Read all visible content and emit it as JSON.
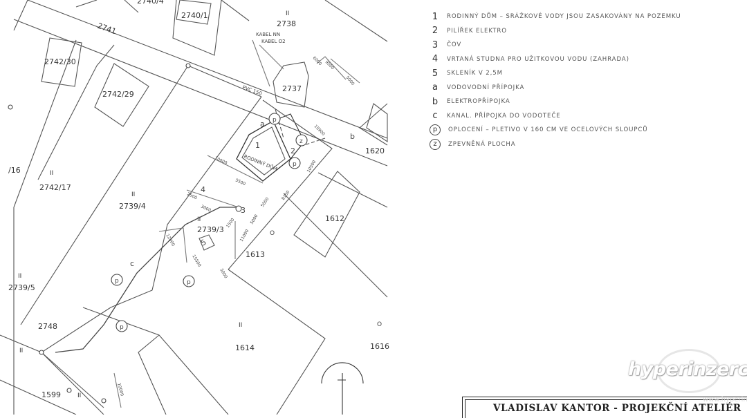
{
  "parcels": {
    "p2740_4": "2740/4",
    "p2740_1": "2740/1",
    "p2741": "2741",
    "p2742_30": "2742/30",
    "p2742_29": "2742/29",
    "p2738": "2738",
    "p2737": "2737",
    "p1620": "1620",
    "p_16": "/16",
    "p2742_17": "2742/17",
    "p2739_4": "2739/4",
    "p2739_3": "2739/3",
    "p1612": "1612",
    "p1613": "1613",
    "p2739_5": "2739/5",
    "p2748": "2748",
    "p1614": "1614",
    "p1616": "1616",
    "p1599": "1599"
  },
  "roman": "II",
  "plan_labels": {
    "house_label": "RODINNÝ DŮM",
    "cable_nn": "KABEL NN",
    "cable_o2": "KABEL O2",
    "pvc": "PVC 150",
    "m1": "1",
    "m2": "2",
    "m3": "3",
    "m4": "4",
    "m5": "5",
    "ma": "a",
    "mb": "b",
    "mc": "c",
    "mp": "p",
    "mz": "z",
    "o_mark": "O"
  },
  "dims": [
    "6000",
    "9500",
    "5000",
    "15900",
    "10000",
    "5500",
    "2500",
    "3000",
    "8150",
    "5000",
    "1500",
    "10500",
    "12000",
    "15500",
    "11000",
    "5000",
    "10000",
    "3000"
  ],
  "legend": [
    {
      "key": "1",
      "text": "rodinný dům – srážkové vody jsou zasakovány na pozemku",
      "circled": false
    },
    {
      "key": "2",
      "text": "pilířek elektro",
      "circled": false
    },
    {
      "key": "3",
      "text": "čov",
      "circled": false
    },
    {
      "key": "4",
      "text": "vrtaná studna pro užitkovou vodu (zahrada)",
      "circled": false
    },
    {
      "key": "5",
      "text": "skleník v 2,5m",
      "circled": false
    },
    {
      "key": "a",
      "text": "vodovodní přípojka",
      "circled": false
    },
    {
      "key": "b",
      "text": "elektropřípojka",
      "circled": false
    },
    {
      "key": "c",
      "text": "kanal. přípojka do vodoteče",
      "circled": false
    },
    {
      "key": "p",
      "text": "oplocení – pletivo v 160 cm ve ocelových sloupců",
      "circled": true
    },
    {
      "key": "z",
      "text": "zpevněná plocha",
      "circled": true
    }
  ],
  "title_block": "VLADISLAV KANTOR - PROJEKČNÍ ATELIÉR",
  "watermark": {
    "brand": "hyperinzerce",
    "url": "www.hyperinzerce.cz"
  }
}
